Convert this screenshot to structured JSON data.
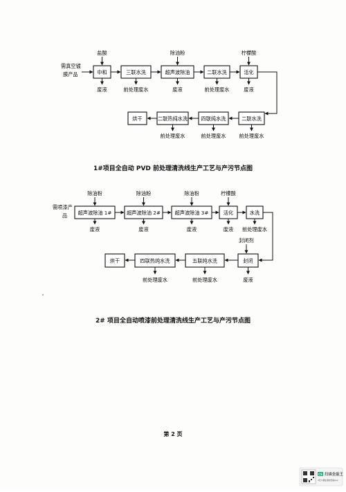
{
  "diagram1": {
    "input": [
      "需真空镀",
      "膜产品"
    ],
    "steps": [
      "中和",
      "三联水洗",
      "超声波除油",
      "二联水洗",
      "活化",
      "二联水洗",
      "四联纯水洗",
      "二联热纯水洗",
      "烘干"
    ],
    "inputs": {
      "acid": "盐酸",
      "degreaser": "除油粉",
      "citric": "柠檬酸"
    },
    "outputs": {
      "waste_liquid": "废液",
      "pre_wastewater": "前处理废水"
    }
  },
  "caption1": "1#项目全自动 PVD 前处理清洗线生产工艺与产污节点图",
  "diagram2": {
    "input": [
      "需喷漆产",
      "品"
    ],
    "steps": [
      "超声波除油 1#",
      "超声波除油 2#",
      "超声波除油 3#",
      "活化",
      "水洗",
      "封闭",
      "五联纯水洗",
      "四联热纯水洗",
      "烘干"
    ],
    "inputs": {
      "degreaser": "除油粉",
      "citric": "柠檬酸",
      "sealant": "封闭剂"
    },
    "outputs": {
      "waste_liquid": "废液",
      "pre_wastewater": "前处理废水"
    }
  },
  "caption2": "2# 项目全自动喷漆前处理清洗线生产工艺与产污节点图",
  "page_number": "第 2 页",
  "scanner_badge": {
    "logo": "CS",
    "name": "扫描全能王",
    "sub": "3亿人都在用的扫描App"
  }
}
